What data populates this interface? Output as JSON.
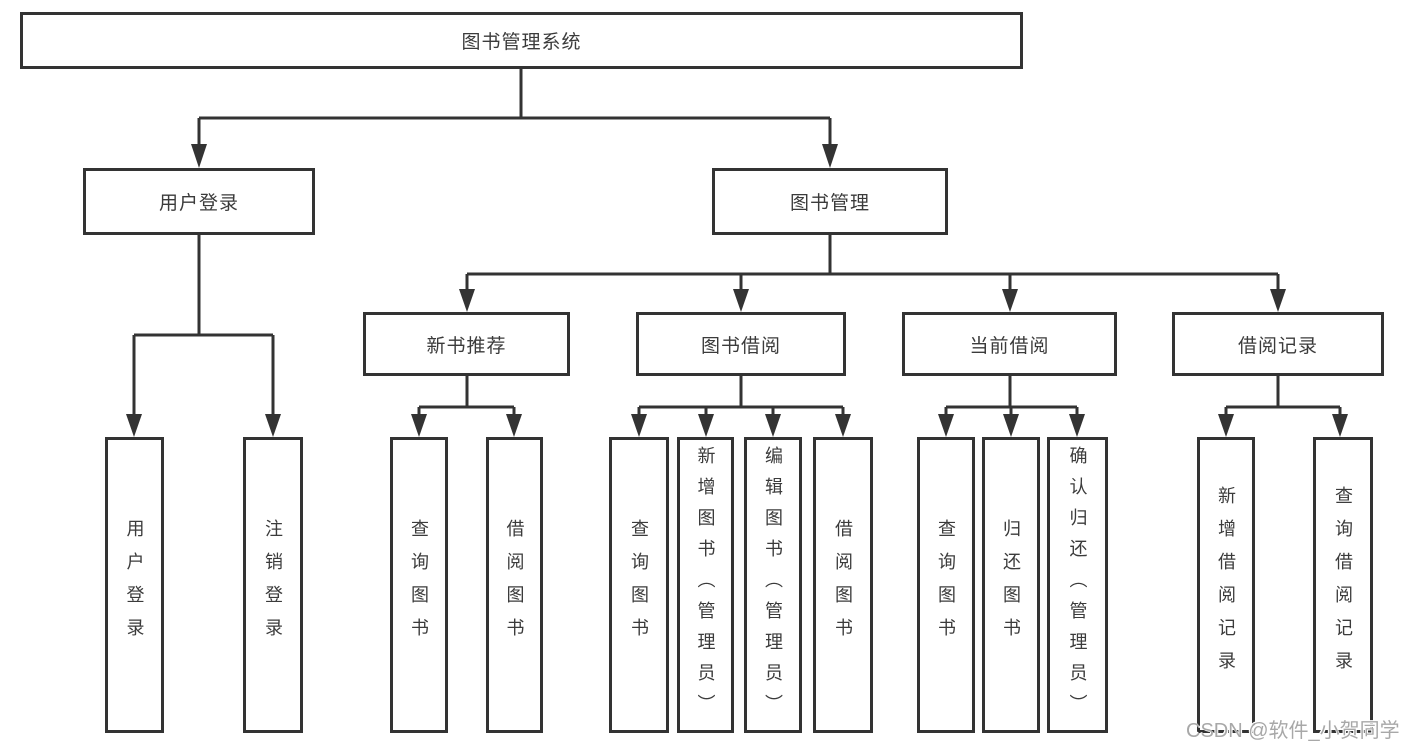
{
  "colors": {
    "line": "#333333",
    "text": "#3b3b3b",
    "watermark": "#a8a8a8",
    "background": "#ffffff"
  },
  "watermark": {
    "text": "CSDN @软件_小贺同学"
  },
  "tree": {
    "label": "图书管理系统",
    "children": [
      {
        "label": "用户登录",
        "children": [
          {
            "label": "用户登录"
          },
          {
            "label": "注销登录"
          }
        ]
      },
      {
        "label": "图书管理",
        "children": [
          {
            "label": "新书推荐",
            "children": [
              {
                "label": "查询图书"
              },
              {
                "label": "借阅图书"
              }
            ]
          },
          {
            "label": "图书借阅",
            "children": [
              {
                "label": "查询图书"
              },
              {
                "label": "新增图书（管理员）"
              },
              {
                "label": "编辑图书（管理员）"
              },
              {
                "label": "借阅图书"
              }
            ]
          },
          {
            "label": "当前借阅",
            "children": [
              {
                "label": "查询图书"
              },
              {
                "label": "归还图书"
              },
              {
                "label": "确认归还（管理员）"
              }
            ]
          },
          {
            "label": "借阅记录",
            "children": [
              {
                "label": "新增借阅记录"
              },
              {
                "label": "查询借阅记录"
              }
            ]
          }
        ]
      }
    ]
  }
}
